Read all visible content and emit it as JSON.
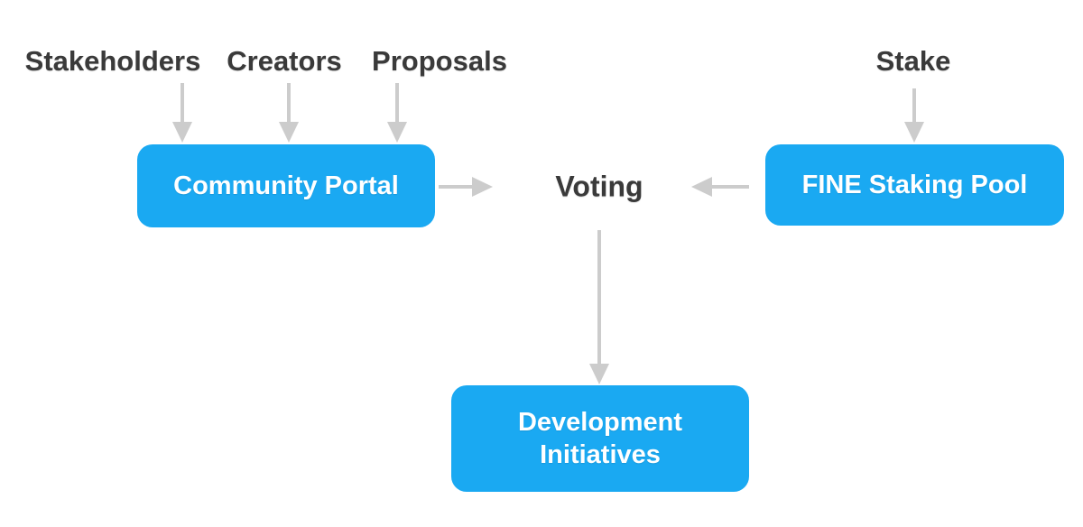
{
  "colors": {
    "box_blue": "#1aa9f2",
    "box_text": "#ffffff",
    "label_text": "#3a3a3a",
    "arrow_gray": "#cccccc",
    "background": "#ffffff"
  },
  "diagram": {
    "input_labels": {
      "stakeholders": "Stakeholders",
      "creators": "Creators",
      "proposals": "Proposals",
      "stake": "Stake"
    },
    "nodes": {
      "community_portal": "Community Portal",
      "voting": "Voting",
      "fine_staking_pool": "FINE Staking Pool",
      "development_initiatives": "Development Initiatives"
    }
  }
}
